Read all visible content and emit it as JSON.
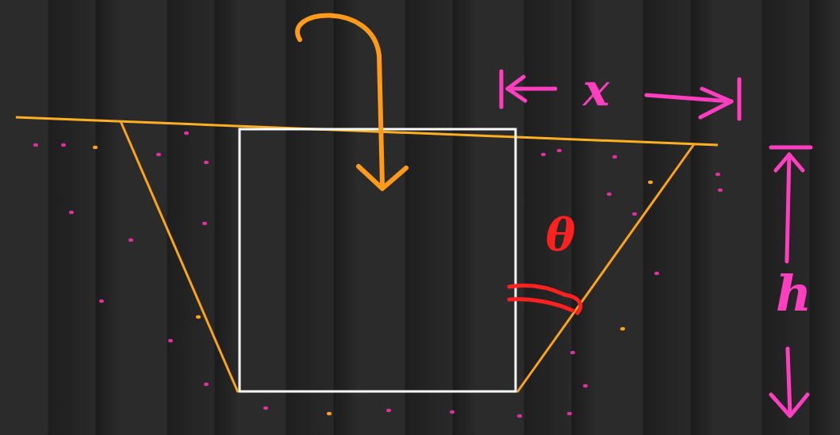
{
  "diagram": {
    "labels": [
      "x",
      "h",
      "θ"
    ]
  }
}
